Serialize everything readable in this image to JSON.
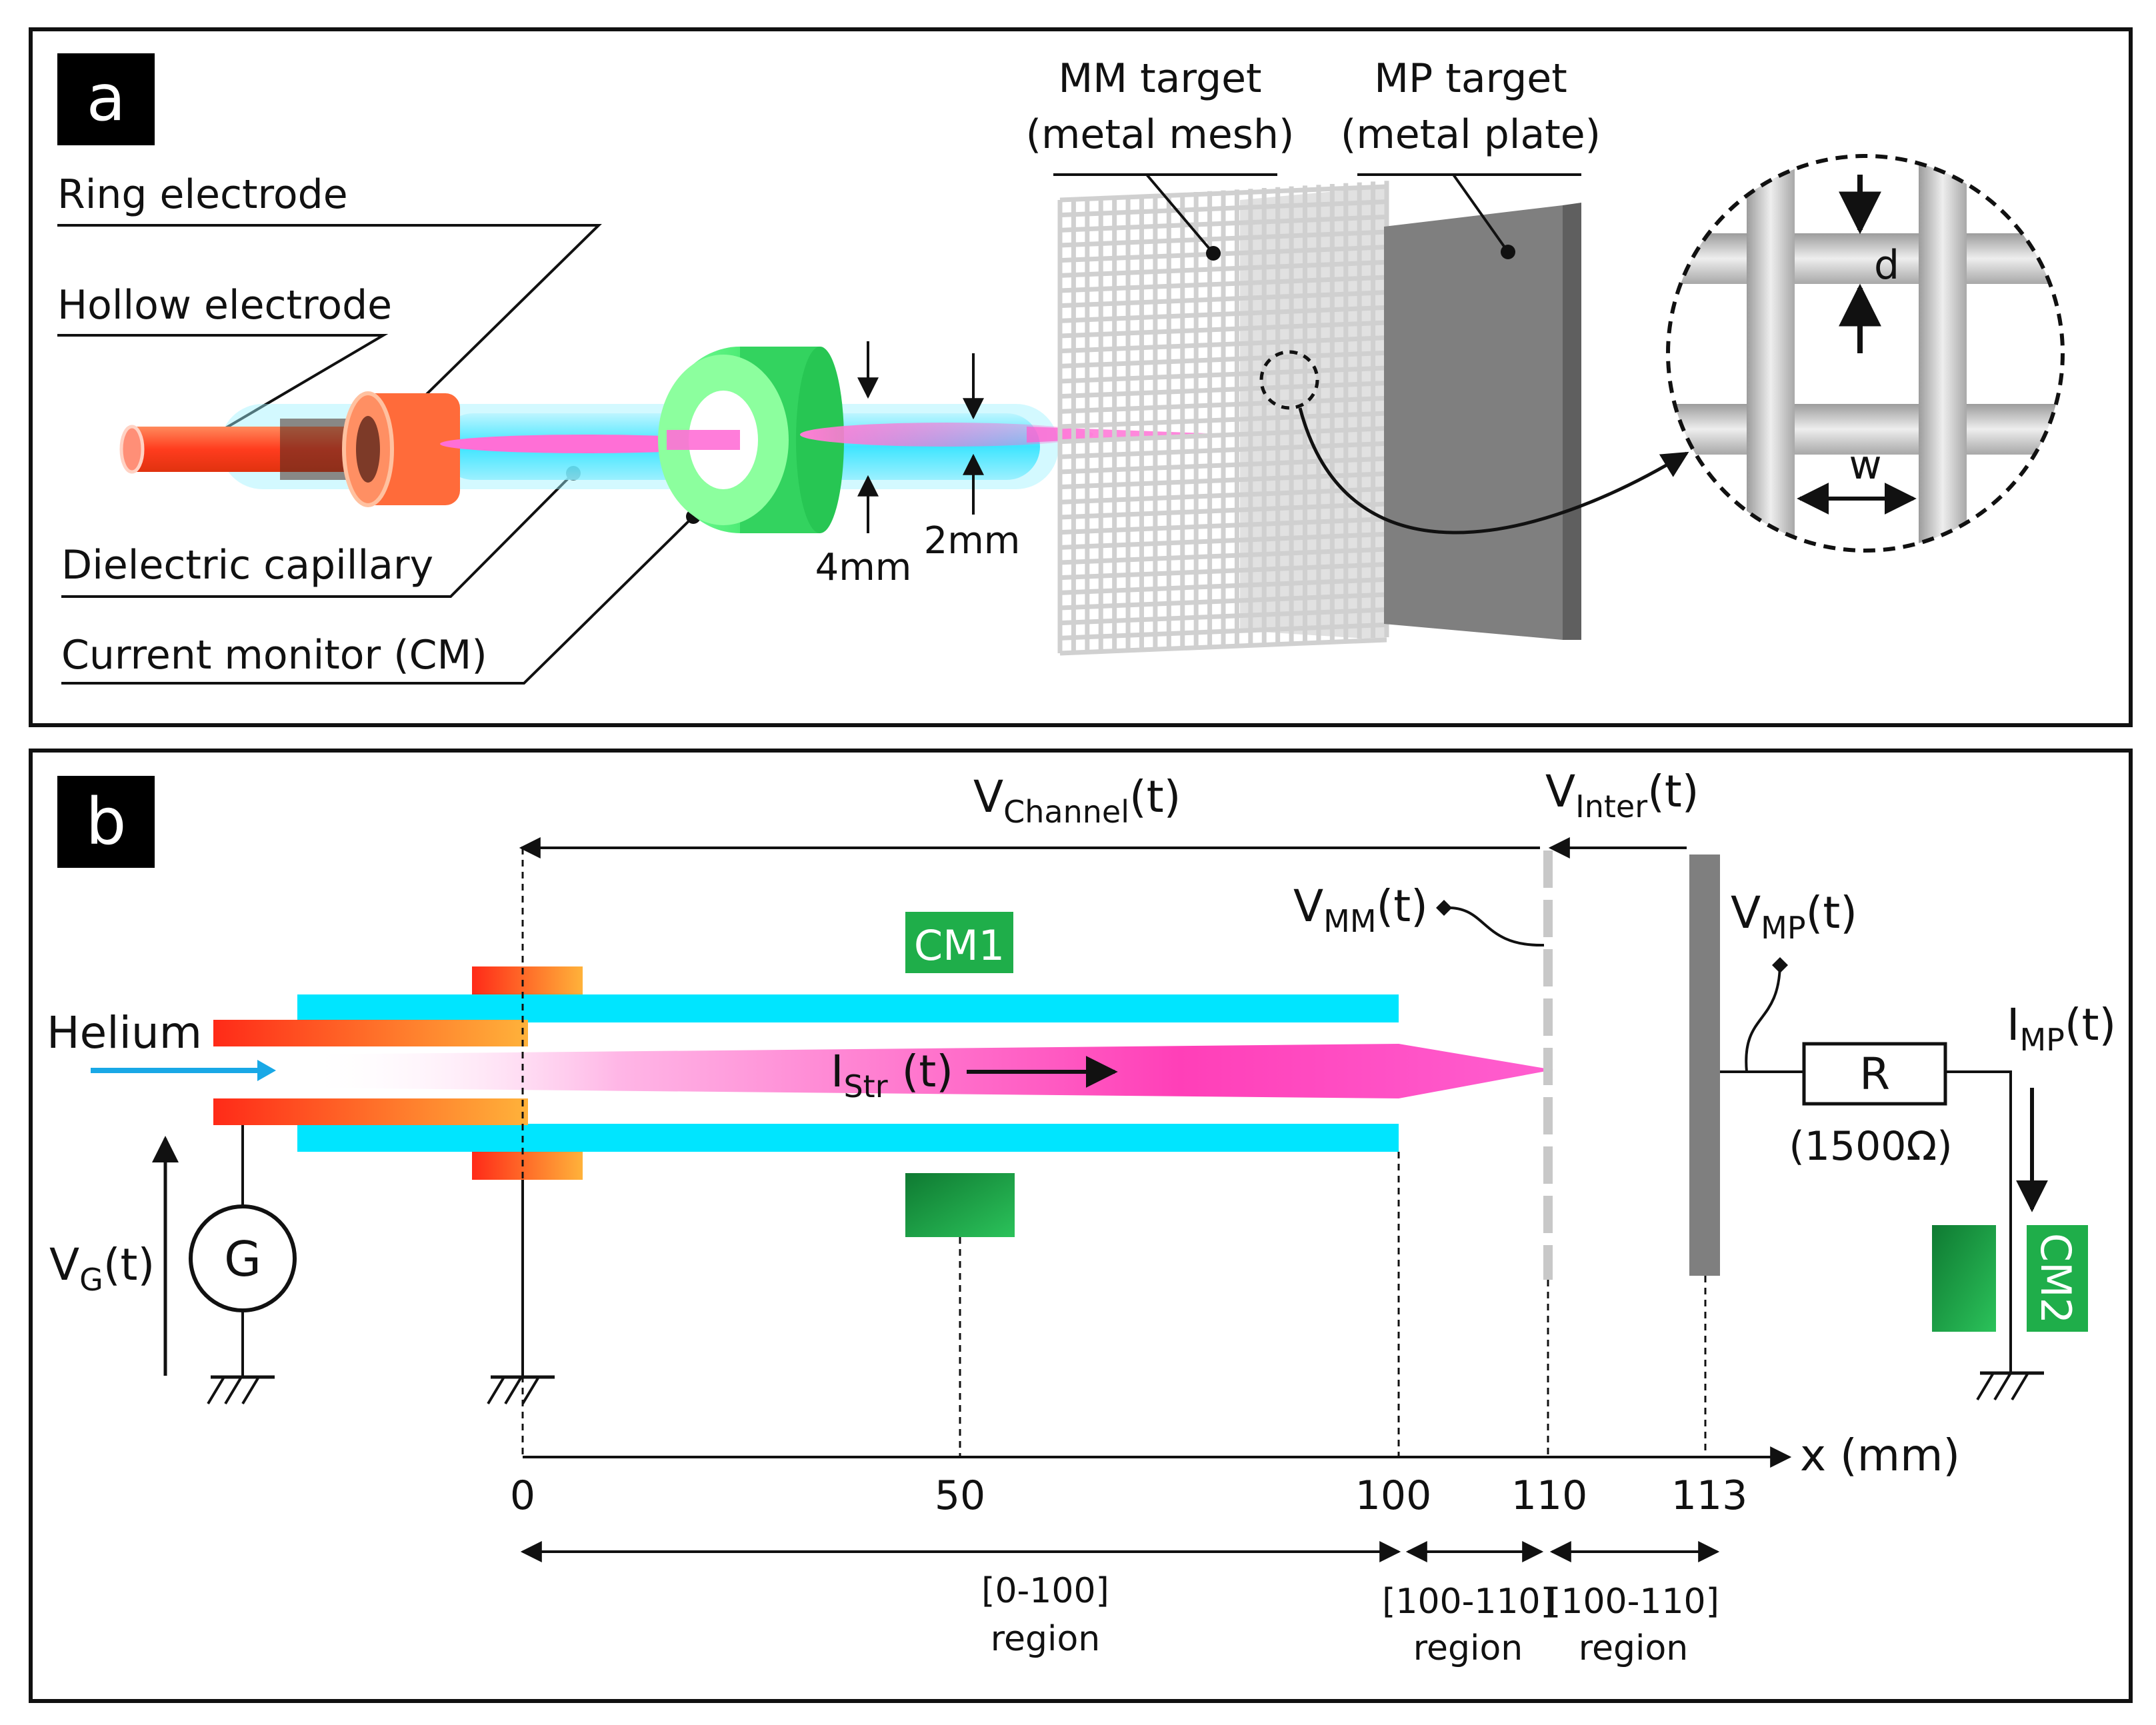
{
  "panel_a": {
    "tag": "a",
    "labels": {
      "ring_electrode": "Ring electrode",
      "hollow_electrode": "Hollow electrode",
      "dielectric_capillary": "Dielectric capillary",
      "current_monitor": "Current monitor (CM)",
      "mm_target_line1": "MM target",
      "mm_target_line2": "(metal mesh)",
      "mp_target_line1": "MP target",
      "mp_target_line2": "(metal plate)",
      "dim_4mm": "4mm",
      "dim_2mm": "2mm",
      "inset_d": "d",
      "inset_w": "w"
    }
  },
  "panel_b": {
    "tag": "b",
    "helium": "Helium",
    "v_channel": {
      "main": "V",
      "sub": "Channel",
      "tail": "(t)"
    },
    "v_inter": {
      "main": "V",
      "sub": "Inter",
      "tail": "(t)"
    },
    "v_mm": {
      "main": "V",
      "sub": "MM",
      "tail": "(t)"
    },
    "v_mp": {
      "main": "V",
      "sub": "MP",
      "tail": "(t)"
    },
    "i_mp": {
      "main": "I",
      "sub": "MP",
      "tail": "(t)"
    },
    "i_str": {
      "main": "I",
      "sub": "Str",
      "tail": " (t)"
    },
    "v_g": {
      "main": "V",
      "sub": "G",
      "tail": "(t)"
    },
    "generator": "G",
    "cm1": "CM1",
    "cm2": "CM2",
    "resistor": "R",
    "resistance": "(1500Ω)",
    "axis_label": "x (mm)",
    "ticks": [
      "0",
      "50",
      "100",
      "110",
      "113"
    ],
    "regions": [
      {
        "line1": "[0-100]",
        "line2": "region"
      },
      {
        "line1": "[100-110]",
        "line2": "region"
      },
      {
        "line1": "[100-110]",
        "line2": "region"
      }
    ]
  },
  "colors": {
    "electrode": "#ff5a2a",
    "capillary": "#00e5ff",
    "plasma": "#ff4fc8",
    "current_monitor": "#1fae4a",
    "helium_arrow": "#19a8e6",
    "metal_plate": "#7f7f7f",
    "mesh": "#d0d0d0"
  }
}
